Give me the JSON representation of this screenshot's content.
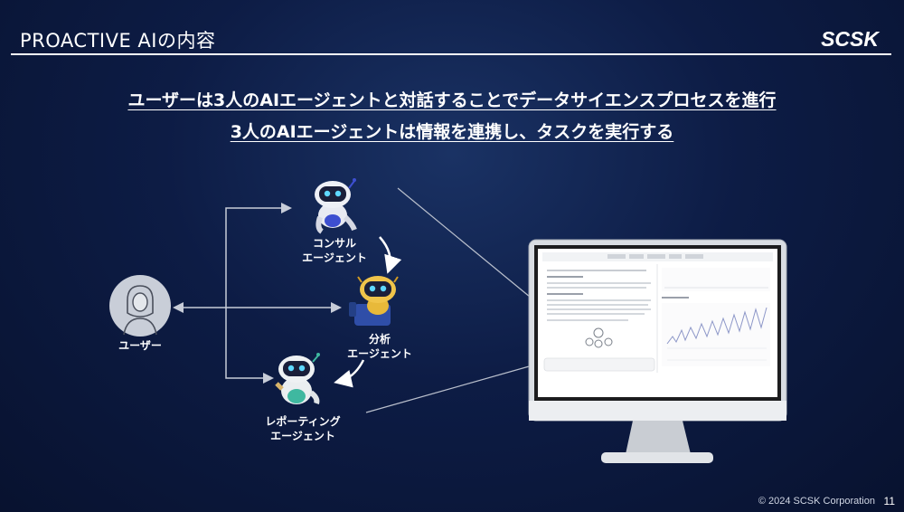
{
  "header": {
    "title": "PROACTIVE AIの内容",
    "logo": "SCSK"
  },
  "headlines": {
    "line1": "ユーザーは3人のAIエージェントと対話することでデータサイエンスプロセスを進行",
    "line2": "3人のAIエージェントは情報を連携し、タスクを実行する"
  },
  "diagram": {
    "user_label": "ユーザー",
    "agents": [
      {
        "name": "consult",
        "label_line1": "コンサル",
        "label_line2": "エージェント",
        "color": "#4a5bd6"
      },
      {
        "name": "analysis",
        "label_line1": "分析",
        "label_line2": "エージェント",
        "color": "#e8b93a"
      },
      {
        "name": "reporting",
        "label_line1": "レポーティング",
        "label_line2": "エージェント",
        "color": "#3fb8a0"
      }
    ],
    "arrow_color": "#c7ccd8"
  },
  "footer": {
    "copyright": "© 2024 SCSK Corporation",
    "page": "11"
  }
}
